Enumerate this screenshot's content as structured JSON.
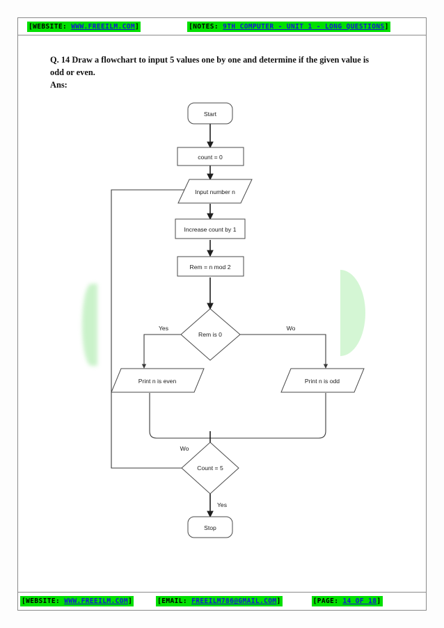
{
  "header": {
    "left": {
      "prefix": "[WEBSITE: ",
      "link": "WWW.FREEILM.COM",
      "suffix": "]"
    },
    "right": {
      "prefix": "[NOTES: ",
      "link": "9TH COMPUTER - UNIT 1 - LONG QUESTIONS",
      "suffix": "]"
    }
  },
  "footer": {
    "website": {
      "prefix": "[WEBSITE: ",
      "link": "WWW.FREEILM.COM",
      "suffix": "]"
    },
    "email": {
      "prefix": "[EMAIL: ",
      "link": "FREEILM786@GMAIL.COM",
      "suffix": "]"
    },
    "page": {
      "prefix": "[PAGE: ",
      "link": "14 OF 18",
      "suffix": "]"
    }
  },
  "question": {
    "line1": "Q. 14 Draw a flowchart to input 5 values one by one and determine if the given value is",
    "line2": "odd or even.",
    "answer_label": "Ans:"
  },
  "flowchart": {
    "nodes": {
      "start": {
        "label": "Start",
        "shape": "terminator"
      },
      "init": {
        "label": "count = 0",
        "shape": "process"
      },
      "input": {
        "label": "Input number n",
        "shape": "io"
      },
      "increment": {
        "label": "Increase count by 1",
        "shape": "process"
      },
      "remainder": {
        "label": "Rem = n mod 2",
        "shape": "process"
      },
      "decision_rem": {
        "label": "Rem is 0",
        "shape": "decision"
      },
      "print_even": {
        "label": "Print n is even",
        "shape": "io"
      },
      "print_odd": {
        "label": "Print n is odd",
        "shape": "io"
      },
      "decision_count": {
        "label": "Count = 5",
        "shape": "decision"
      },
      "stop": {
        "label": "Stop",
        "shape": "terminator"
      }
    },
    "edge_labels": {
      "rem_yes": "Yes",
      "rem_no": "Wo",
      "count_no": "Wo",
      "count_yes": "Yes"
    }
  },
  "colors": {
    "highlight": "#00e000",
    "link": "#1414d6",
    "shape_stroke": "#4a4a4a",
    "watermark": "#d2f6d2"
  }
}
